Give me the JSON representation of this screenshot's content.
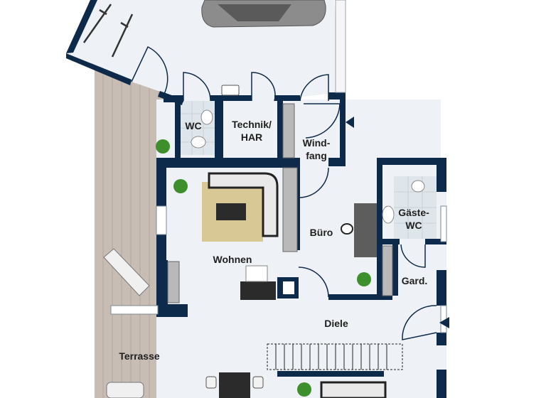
{
  "rooms": {
    "wc": "WC",
    "technik": "Technik/\nHAR",
    "windfang": "Wind-\nfang",
    "wohnen": "Wohnen",
    "buero": "Büro",
    "gaeste_wc": "Gäste-\nWC",
    "garderobe": "Gard.",
    "diele": "Diele",
    "terrasse": "Terrasse"
  },
  "colors": {
    "wall": "#0d2a4a",
    "floor": "#eef1f5",
    "deck": "#c7bdb5",
    "deck_line": "#b1a69d",
    "tile": "#dfe6eb",
    "rug": "#d8c896",
    "plant": "#3d8f2c",
    "sofa": "#e9e9e9",
    "dark_furniture": "#2b2b2b",
    "car": "#8c8c8c",
    "entry_arrow": "#0d2a4a"
  },
  "icons": [
    "bicycle-icon",
    "car-icon",
    "plant-icon",
    "sofa-icon",
    "sun-lounger-icon",
    "desk-chair-icon",
    "toilet-icon",
    "sink-icon",
    "stairs-icon",
    "entrance-arrow-icon"
  ]
}
